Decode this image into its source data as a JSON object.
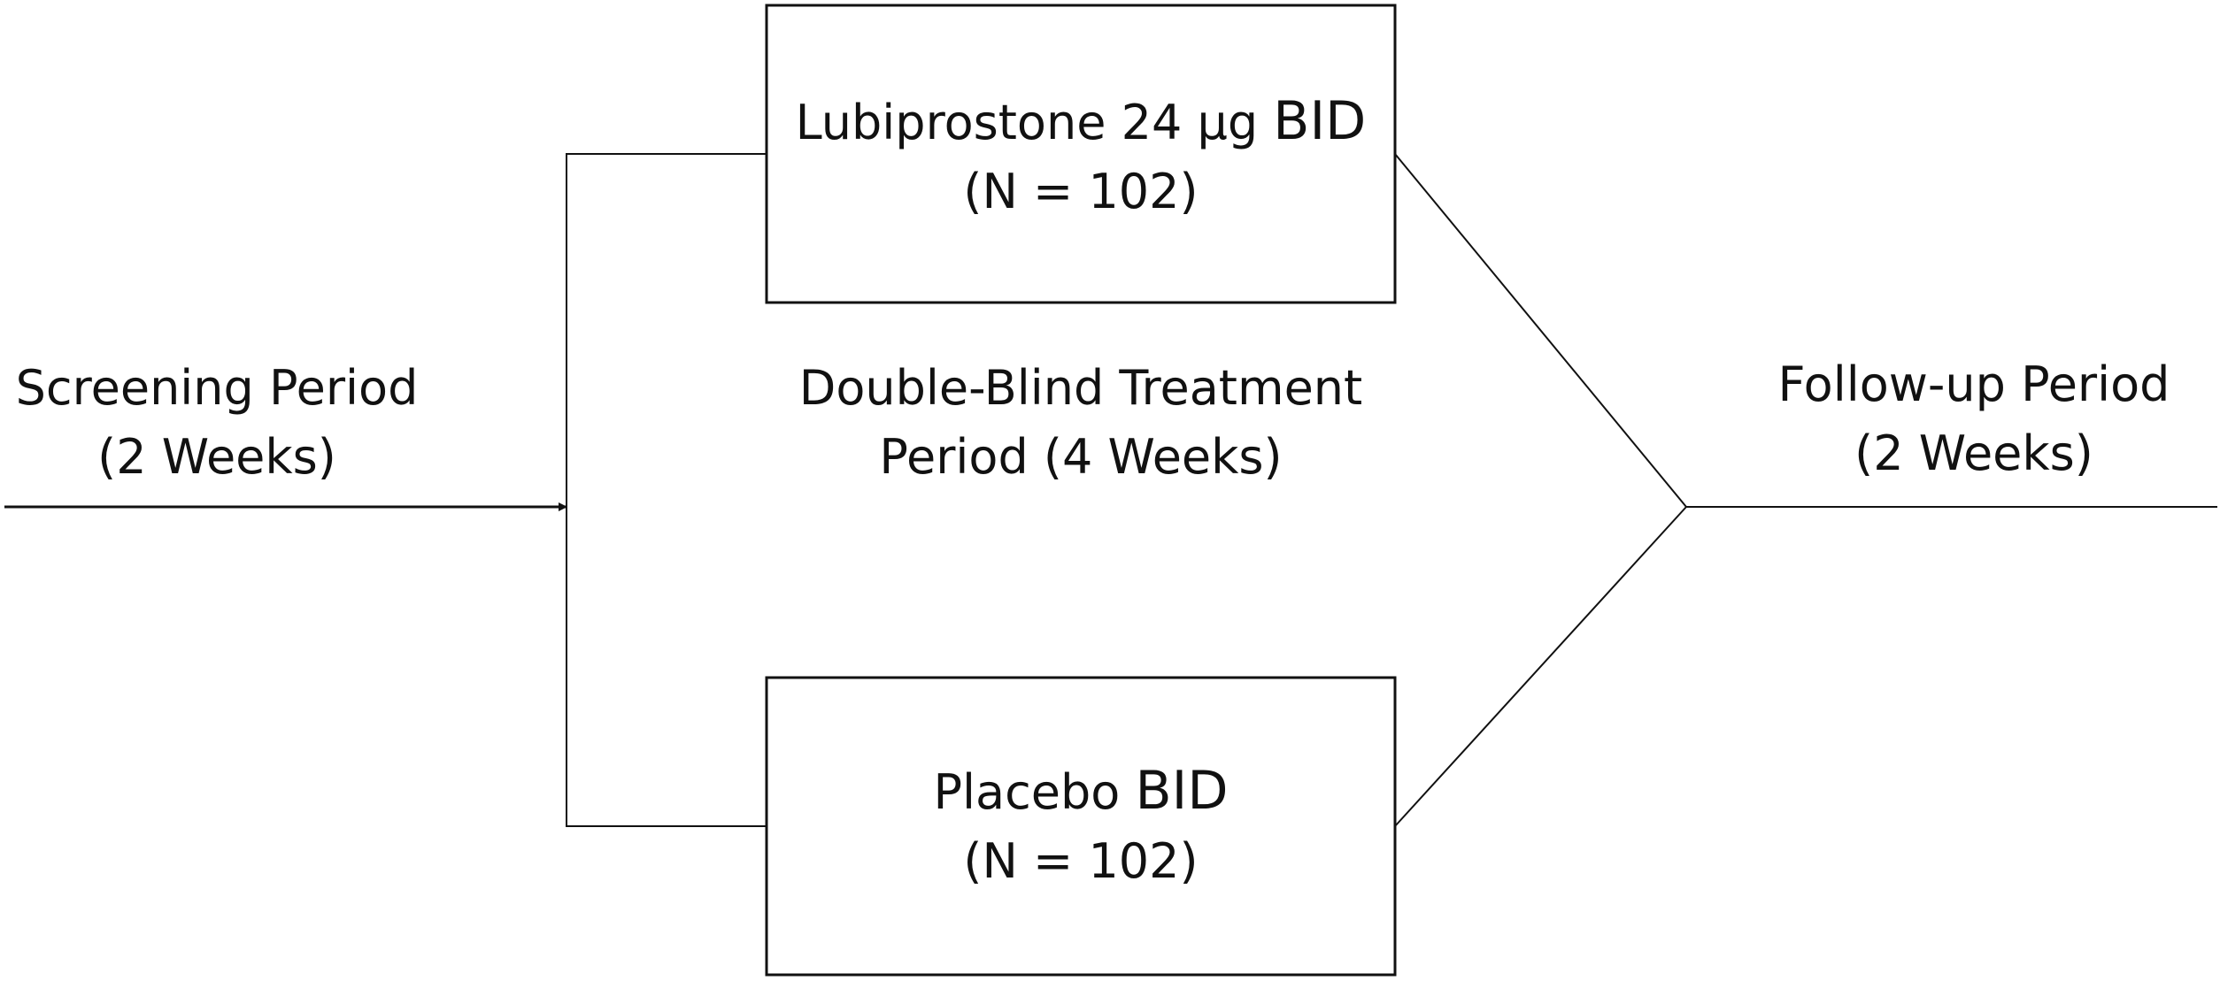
{
  "screening": {
    "line1": "Screening Period",
    "line2": "(2 Weeks)"
  },
  "treatment": {
    "line1": "Double-Blind Treatment",
    "line2": "Period (4 Weeks)"
  },
  "followup": {
    "line1": "Follow-up Period",
    "line2": "(2 Weeks)"
  },
  "arms": {
    "lubiprostone": {
      "drug": "Lubiprostone 24 µg",
      "freq": "BID",
      "n": "(N = 102)"
    },
    "placebo": {
      "drug": "Placebo",
      "freq": "BID",
      "n": "(N = 102)"
    }
  }
}
